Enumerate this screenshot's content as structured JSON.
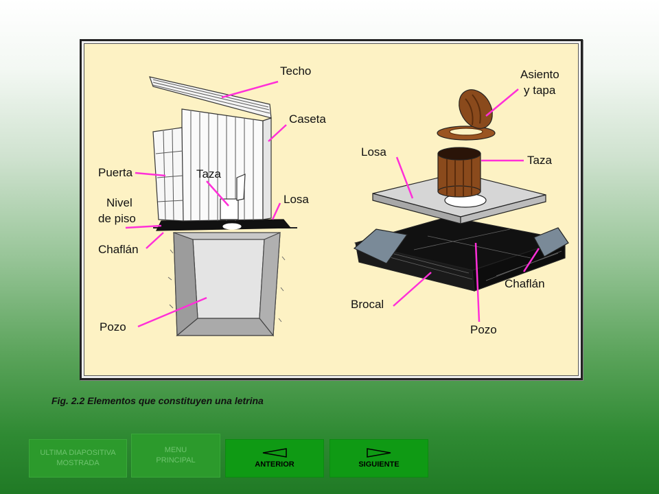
{
  "figure": {
    "labels": {
      "techo": "Techo",
      "caseta": "Caseta",
      "puerta": "Puerta",
      "taza_left": "Taza",
      "nivel_line1": "Nivel",
      "nivel_line2": "de piso",
      "losa_left": "Losa",
      "chaflan_left": "Chaflán",
      "pozo_left": "Pozo",
      "asiento_line1": "Asiento",
      "asiento_line2": "y tapa",
      "losa_right": "Losa",
      "taza_right": "Taza",
      "brocal": "Brocal",
      "chaflan_right": "Chaflán",
      "pozo_right": "Pozo"
    },
    "colors": {
      "background": "#fdf2c4",
      "leader_lines": "#ff2fd8",
      "toilet_brown": "#8a4a1c"
    }
  },
  "caption": "Fig. 2.2  Elementos que constituyen una letrina",
  "nav": {
    "last_slide": {
      "line1": "ULTIMA DIAPOSITIVA",
      "line2": "MOSTRADA"
    },
    "main_menu": {
      "line1": "MENU",
      "line2": "PRINCIPAL"
    },
    "previous": {
      "label": "ANTERIOR",
      "icon": "left-triangle-arrow-icon"
    },
    "next": {
      "label": "SIGUIENTE",
      "icon": "right-triangle-arrow-icon"
    }
  }
}
